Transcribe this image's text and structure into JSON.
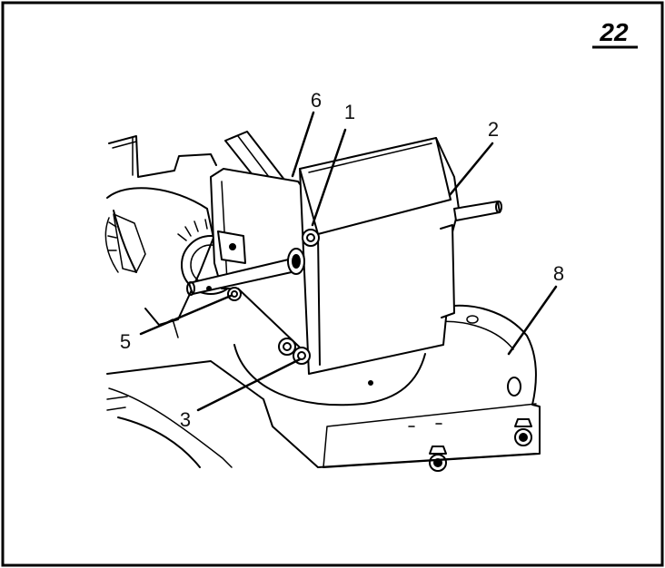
{
  "figure": {
    "number": "22"
  },
  "callouts": {
    "c1": "1",
    "c2": "2",
    "c3": "3",
    "c5": "5",
    "c6": "6",
    "c8": "8"
  }
}
